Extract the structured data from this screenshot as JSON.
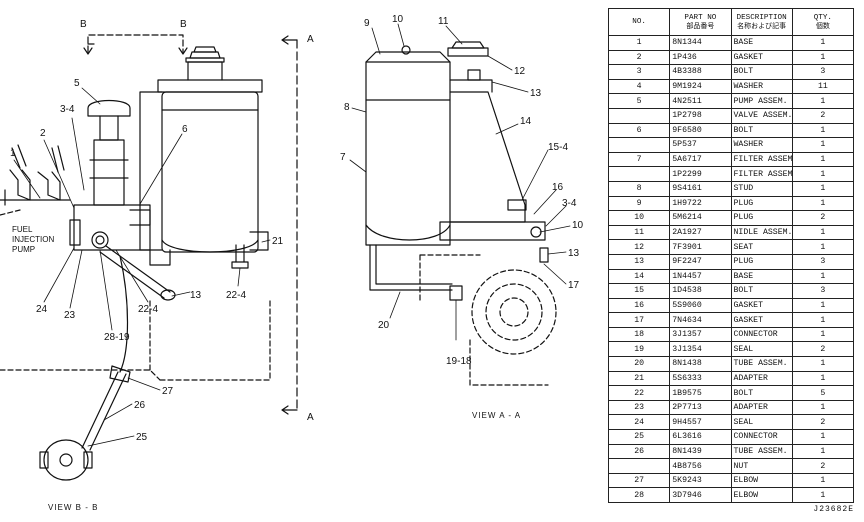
{
  "view_labels": {
    "view_b": "VIEW B - B",
    "view_a": "VIEW A - A",
    "section_b_left": "B",
    "section_b_right": "B",
    "section_a_top": "A",
    "section_a_bottom": "A",
    "fuel_injection_pump": [
      "FUEL",
      "INJECTION",
      "PUMP"
    ]
  },
  "callouts_left": [
    "1",
    "2",
    "3-4",
    "5",
    "6",
    "21",
    "22-4",
    "13",
    "22-4",
    "24",
    "23",
    "28-19",
    "27",
    "26",
    "25"
  ],
  "callouts_right": [
    "9",
    "10",
    "11",
    "12",
    "13",
    "8",
    "14",
    "7",
    "15-4",
    "16",
    "3-4",
    "10",
    "13",
    "17",
    "20",
    "19-18"
  ],
  "table": {
    "header": {
      "no": "NO.",
      "part_no": "PART NO",
      "part_no_jp": "部品番号",
      "description": "DESCRIPTION",
      "description_jp": "名称および記事",
      "qty": "QTY.",
      "qty_jp": "個数"
    },
    "rows": [
      {
        "no": "1",
        "part_no": "8N1344",
        "desc": "BASE",
        "qty": "1"
      },
      {
        "no": "2",
        "part_no": "1P436",
        "desc": "GASKET",
        "qty": "1"
      },
      {
        "no": "3",
        "part_no": "4B3388",
        "desc": "BOLT",
        "qty": "3"
      },
      {
        "no": "4",
        "part_no": "9M1924",
        "desc": "WASHER",
        "qty": "11"
      },
      {
        "no": "5",
        "part_no": "4N2511",
        "desc": "PUMP ASSEM.",
        "qty": "1"
      },
      {
        "no": "",
        "part_no": "1P2798",
        "desc": "VALVE ASSEM.",
        "qty": "2"
      },
      {
        "no": "6",
        "part_no": "9F6580",
        "desc": "BOLT",
        "qty": "1"
      },
      {
        "no": "",
        "part_no": "5P537",
        "desc": "WASHER",
        "qty": "1"
      },
      {
        "no": "7",
        "part_no": "5A6717",
        "desc": "FILTER ASSEM. (For Outside Japan)",
        "qty": "1"
      },
      {
        "no": "",
        "part_no": "1P2299",
        "desc": "FILTER ASSEM. (For Japan)",
        "qty": "1"
      },
      {
        "no": "8",
        "part_no": "9S4161",
        "desc": "STUD",
        "qty": "1"
      },
      {
        "no": "9",
        "part_no": "1H9722",
        "desc": "PLUG",
        "qty": "1"
      },
      {
        "no": "10",
        "part_no": "5M6214",
        "desc": "PLUG",
        "qty": "2"
      },
      {
        "no": "11",
        "part_no": "2A1927",
        "desc": "NIDLE ASSEM.",
        "qty": "1"
      },
      {
        "no": "12",
        "part_no": "7F3901",
        "desc": "SEAT",
        "qty": "1"
      },
      {
        "no": "13",
        "part_no": "9F2247",
        "desc": "PLUG",
        "qty": "3"
      },
      {
        "no": "14",
        "part_no": "1N4457",
        "desc": "BASE",
        "qty": "1"
      },
      {
        "no": "15",
        "part_no": "1D4538",
        "desc": "BOLT",
        "qty": "3"
      },
      {
        "no": "16",
        "part_no": "5S9060",
        "desc": "GASKET",
        "qty": "1"
      },
      {
        "no": "17",
        "part_no": "7N4634",
        "desc": "GASKET",
        "qty": "1"
      },
      {
        "no": "18",
        "part_no": "3J1357",
        "desc": "CONNECTOR",
        "qty": "1"
      },
      {
        "no": "19",
        "part_no": "3J1354",
        "desc": "SEAL",
        "qty": "2"
      },
      {
        "no": "20",
        "part_no": "8N1438",
        "desc": "TUBE ASSEM.",
        "qty": "1"
      },
      {
        "no": "21",
        "part_no": "5S6333",
        "desc": "ADAPTER",
        "qty": "1"
      },
      {
        "no": "22",
        "part_no": "1B9575",
        "desc": "BOLT",
        "qty": "5"
      },
      {
        "no": "23",
        "part_no": "2P7713",
        "desc": "ADAPTER",
        "qty": "1"
      },
      {
        "no": "24",
        "part_no": "9H4557",
        "desc": "SEAL",
        "qty": "2"
      },
      {
        "no": "25",
        "part_no": "6L3616",
        "desc": "CONNECTOR",
        "qty": "1"
      },
      {
        "no": "26",
        "part_no": "8N1439",
        "desc": "TUBE ASSEM.",
        "qty": "1"
      },
      {
        "no": "",
        "part_no": "4B8756",
        "desc": "NUT",
        "qty": "2"
      },
      {
        "no": "27",
        "part_no": "5K9243",
        "desc": "ELBOW",
        "qty": "1"
      },
      {
        "no": "28",
        "part_no": "3D7946",
        "desc": "ELBOW",
        "qty": "1"
      }
    ]
  },
  "figure_code": "J23682E"
}
